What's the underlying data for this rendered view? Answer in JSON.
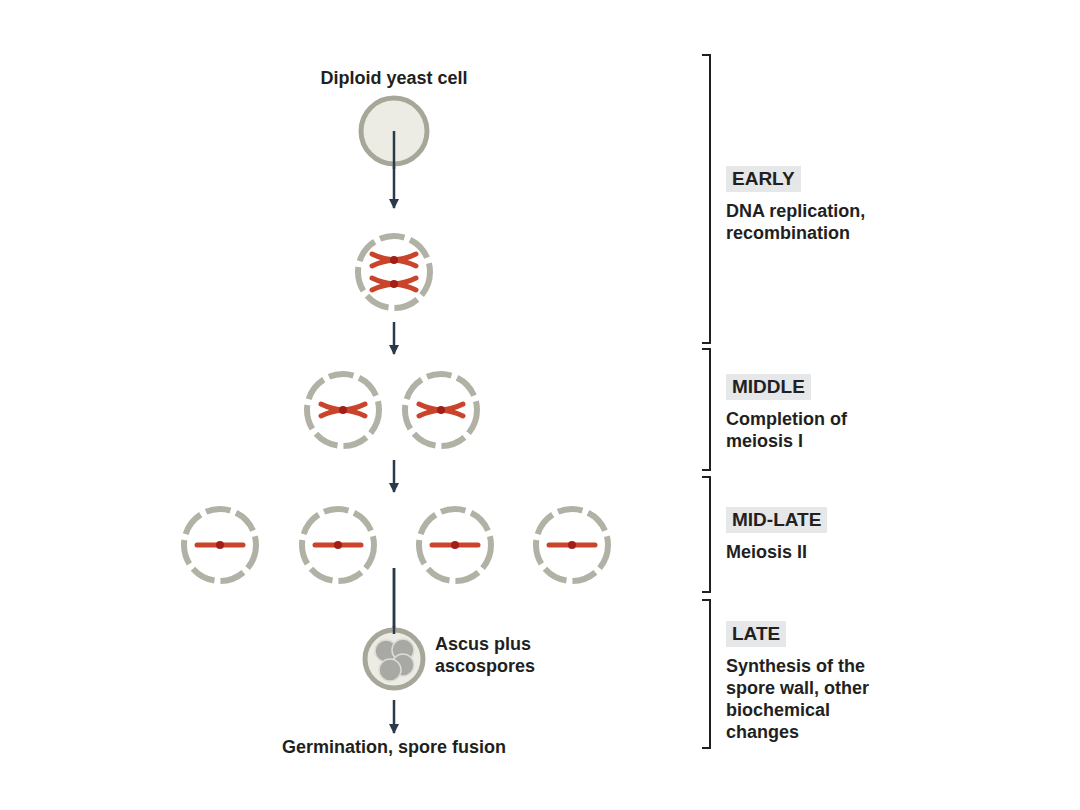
{
  "diagram": {
    "nodes": [
      {
        "text": [
          "Diploid yeast cell"
        ]
      },
      {
        "text": [
          "EARLY",
          "DNA replication, recombination"
        ]
      },
      {
        "text": [
          "MIDDLE",
          "Completion of meiosis I"
        ]
      },
      {
        "text": [
          "MID-LATE",
          "Meiosis II"
        ]
      },
      {
        "text": [
          "Ascus plus ascospores"
        ]
      },
      {
        "text": [
          "LATE",
          "Synthesis of the spore wall, other biochemical changes"
        ]
      }
    ],
    "labels": [
      "Germination, spore fusion"
    ]
  }
}
